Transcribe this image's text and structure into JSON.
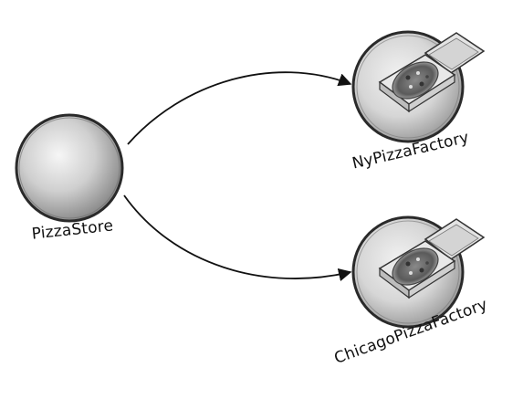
{
  "nodes": {
    "store": {
      "label": "PizzaStore"
    },
    "ny_factory": {
      "label": "NyPizzaFactory"
    },
    "chicago_factory": {
      "label": "ChicagoPizzaFactory"
    }
  },
  "edges": [
    {
      "from": "PizzaStore",
      "to": "NyPizzaFactory"
    },
    {
      "from": "PizzaStore",
      "to": "ChicagoPizzaFactory"
    }
  ],
  "colors": {
    "ball_light": "#f4f4f4",
    "ball_mid": "#c8c8c8",
    "ball_dark": "#8a8a8a",
    "outline": "#2a2a2a",
    "arrow": "#111111"
  }
}
